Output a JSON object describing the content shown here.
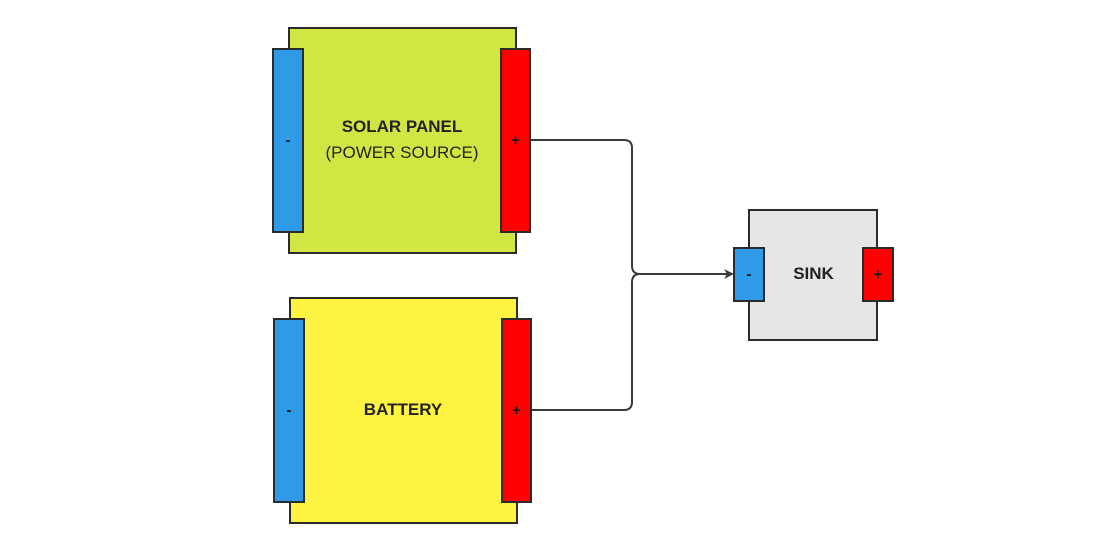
{
  "diagram": {
    "nodes": {
      "solar": {
        "title": "SOLAR PANEL",
        "subtitle": "(POWER SOURCE)",
        "fill": "#d2e643",
        "neg_label": "-",
        "pos_label": "+"
      },
      "battery": {
        "title": "BATTERY",
        "fill": "#fff342",
        "neg_label": "-",
        "pos_label": "+"
      },
      "sink": {
        "title": "SINK",
        "fill": "#e6e6e6",
        "neg_label": "-",
        "pos_label": "+"
      }
    },
    "edges": [
      {
        "from": "solar.+",
        "to": "sink.-"
      },
      {
        "from": "battery.+",
        "to": "sink.-"
      }
    ],
    "colors": {
      "negative": "#2f9be8",
      "positive": "#ff0000",
      "line": "#3a3a3a"
    }
  }
}
